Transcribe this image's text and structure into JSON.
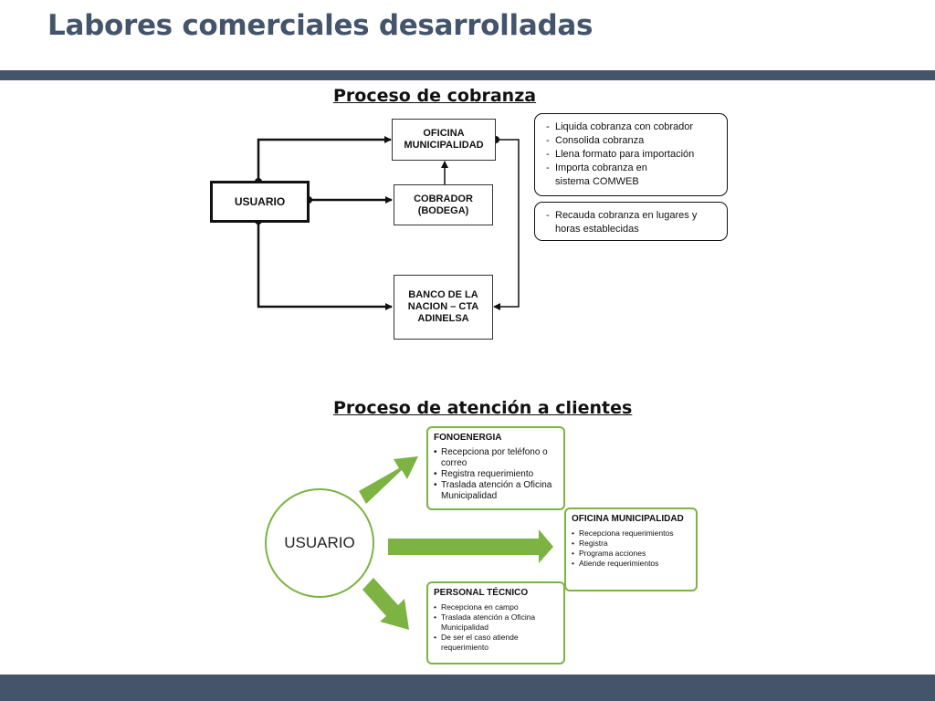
{
  "slide": {
    "title": "Labores comerciales desarrolladas"
  },
  "diagram1": {
    "heading": "Proceso de cobranza",
    "nodes": {
      "usuario": "USUARIO",
      "oficina": "OFICINA\nMUNICIPALIDAD",
      "cobrador": "COBRADOR\n(BODEGA)",
      "banco": "BANCO DE LA\nNACION – CTA\nADINELSA"
    },
    "notes": {
      "oficina_tasks": [
        "Liquida cobranza con cobrador",
        "Consolida cobranza",
        "Llena formato para importación",
        "Importa cobranza en sistema COMWEB"
      ],
      "cobrador_tasks": [
        "Recauda cobranza en lugares y horas establecidas"
      ]
    }
  },
  "diagram2": {
    "heading": "Proceso de atención a clientes",
    "center": "USUARIO",
    "colors": {
      "accent": "#7cb342"
    },
    "boxes": {
      "fonoenergia": {
        "title": "FONOENERGIA",
        "items": [
          "Recepciona por teléfono o correo",
          "Registra requerimiento",
          "Traslada atención a Oficina Municipalidad"
        ]
      },
      "oficina": {
        "title": "OFICINA MUNICIPALIDAD",
        "items": [
          "Recepciona requerimientos",
          "Registra",
          "Programa acciones",
          "Atiende requerimientos"
        ]
      },
      "personal": {
        "title": "PERSONAL TÉCNICO",
        "items": [
          "Recepciona en campo",
          "Traslada atención a Oficina Municipalidad",
          "De ser el caso atiende requerimiento"
        ]
      }
    }
  }
}
